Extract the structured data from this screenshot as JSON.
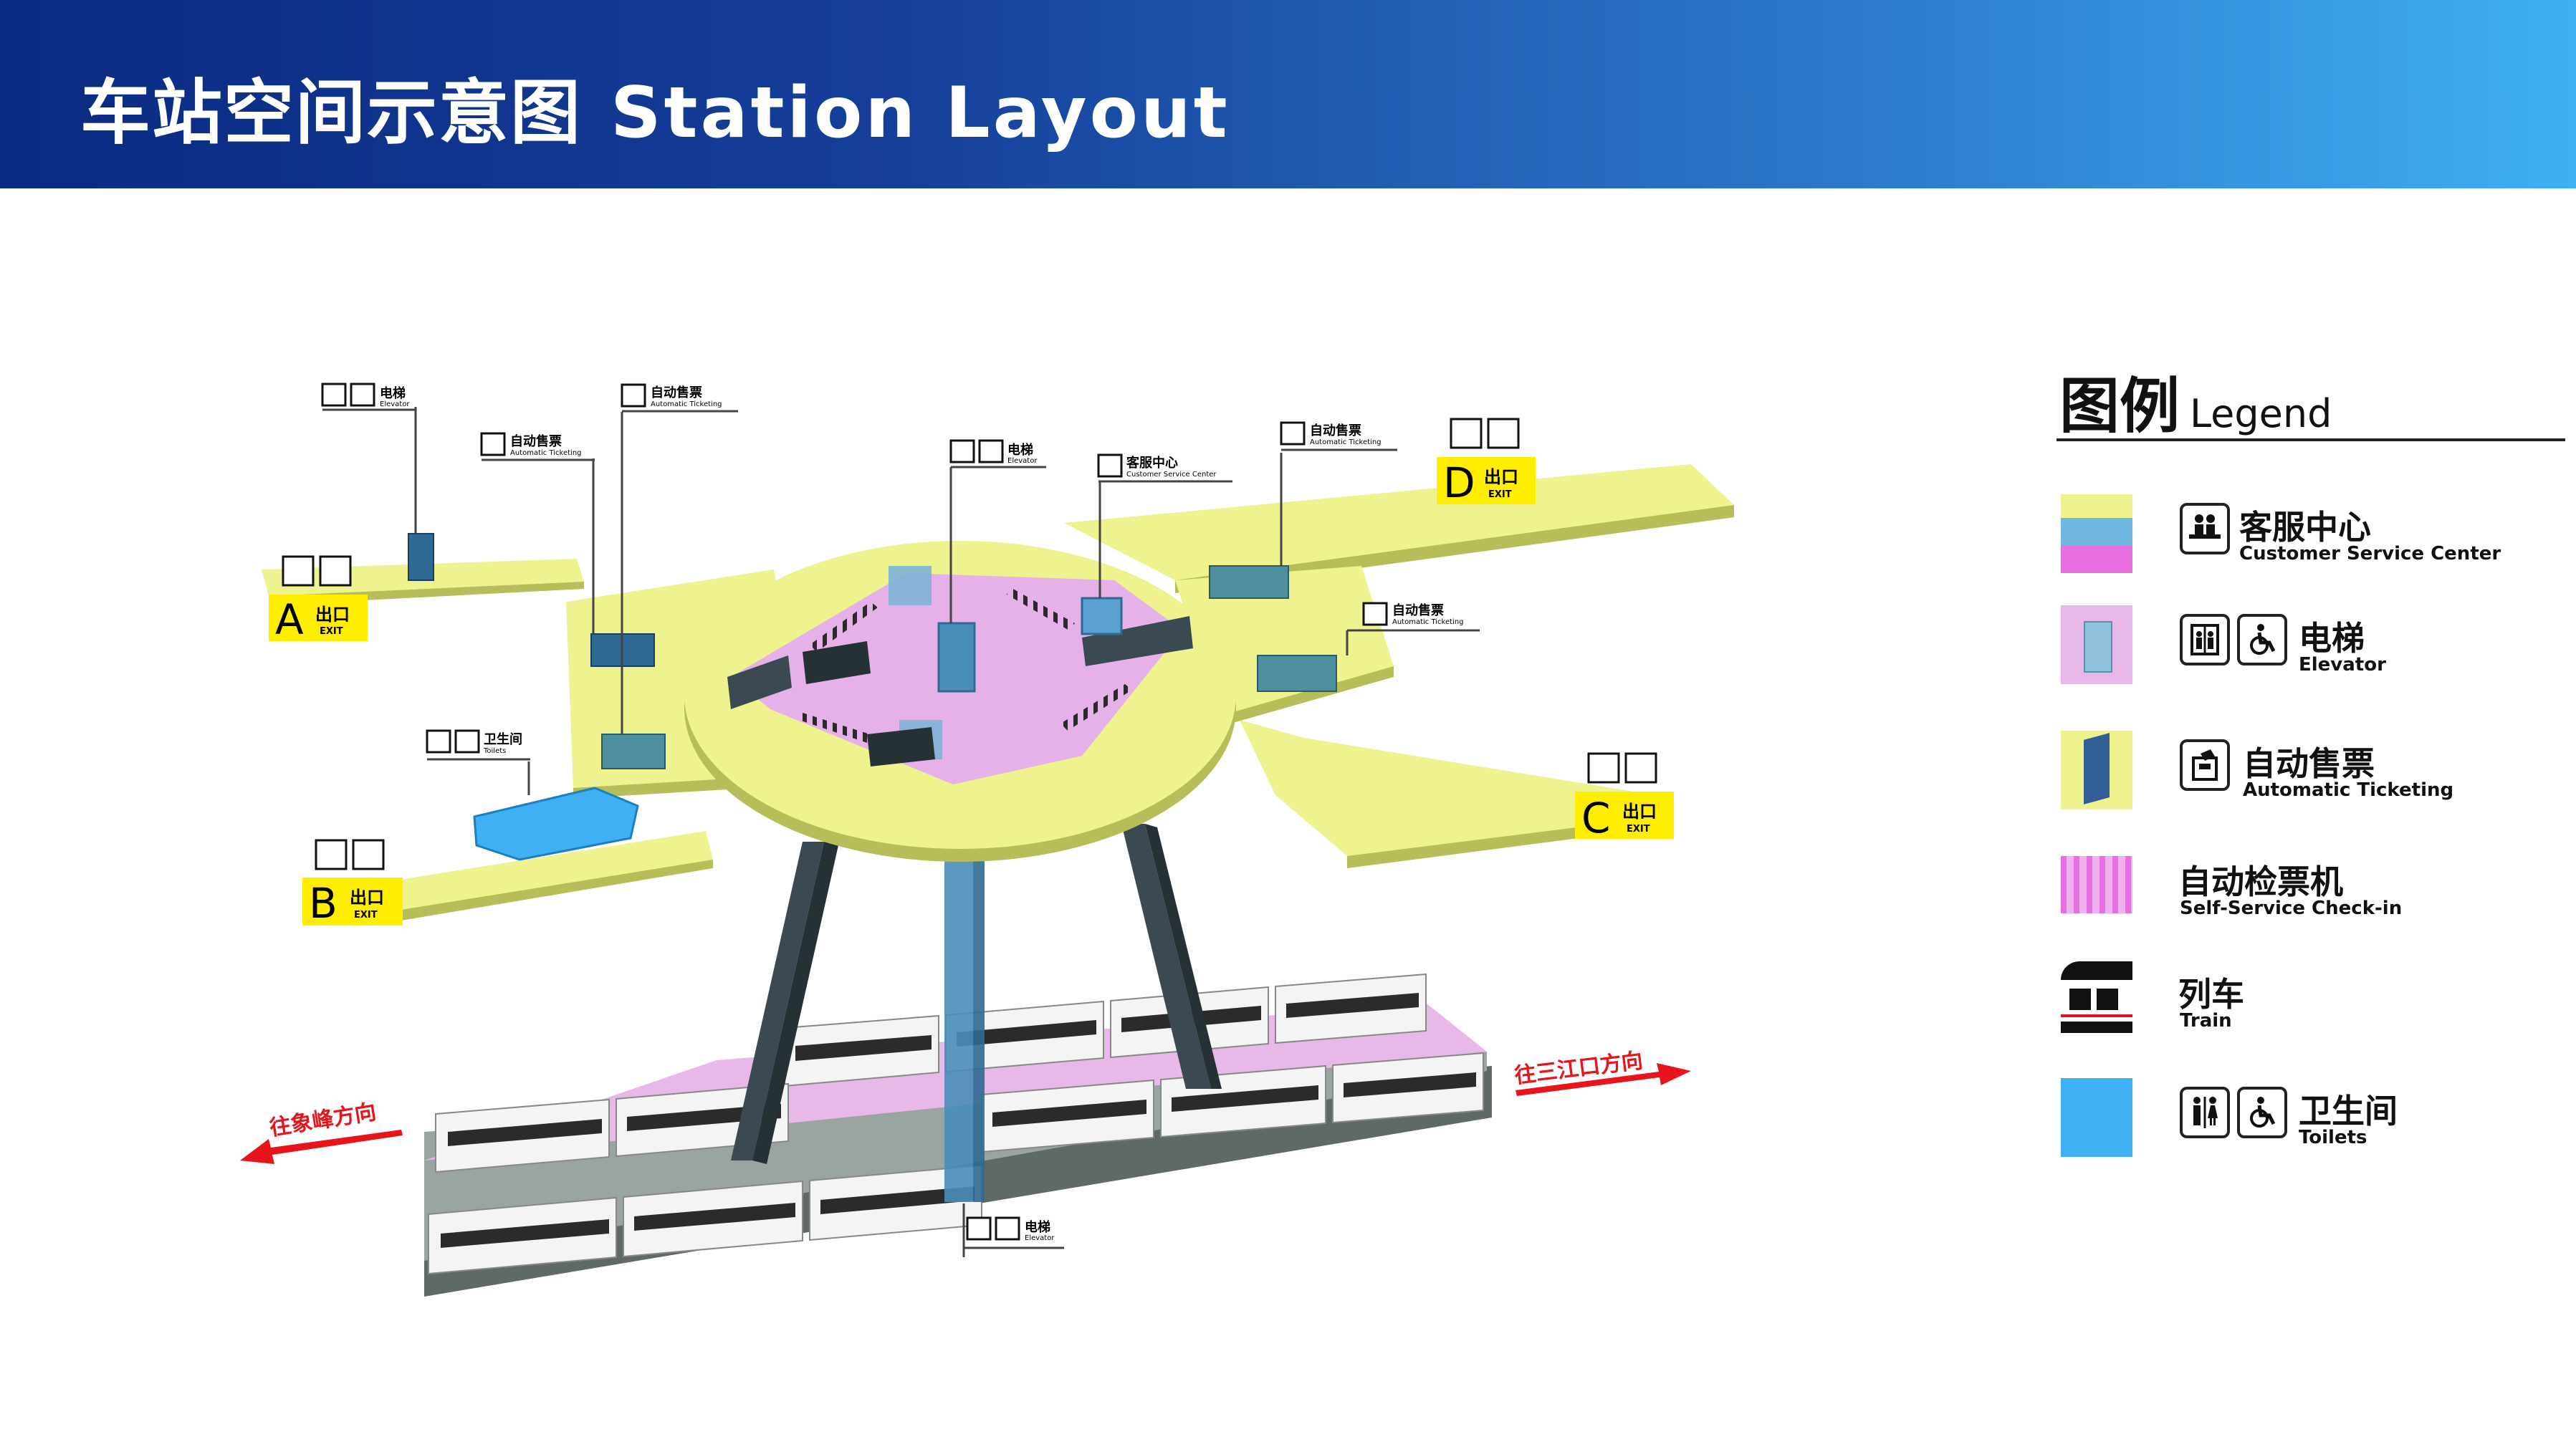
{
  "header": {
    "title_cn": "车站空间示意图",
    "title_en": "Station Layout"
  },
  "legend": {
    "title_cn": "图例",
    "title_en": "Legend",
    "items": [
      {
        "cn": "客服中心",
        "en": "Customer Service Center",
        "icons": [
          "service-counter-icon"
        ]
      },
      {
        "cn": "电梯",
        "en": "Elevator",
        "icons": [
          "elevator-icon",
          "wheelchair-icon"
        ]
      },
      {
        "cn": "自动售票",
        "en": "Automatic Ticketing",
        "icons": [
          "ticket-machine-icon"
        ]
      },
      {
        "cn": "自动检票机",
        "en": "Self-Service Check-in",
        "icons": []
      },
      {
        "cn": "列车",
        "en": "Train",
        "icons": []
      },
      {
        "cn": "卫生间",
        "en": "Toilets",
        "icons": [
          "toilet-icon",
          "wheelchair-icon"
        ]
      }
    ]
  },
  "exits": {
    "a": {
      "letter": "A",
      "cn": "出口",
      "en": "EXIT"
    },
    "b": {
      "letter": "B",
      "cn": "出口",
      "en": "EXIT"
    },
    "c": {
      "letter": "C",
      "cn": "出口",
      "en": "EXIT"
    },
    "d": {
      "letter": "D",
      "cn": "出口",
      "en": "EXIT"
    }
  },
  "signs": {
    "elevator_top_left": {
      "cn": "电梯",
      "en": "Elevator"
    },
    "ticketing_1": {
      "cn": "自动售票",
      "en": "Automatic Ticketing"
    },
    "ticketing_2": {
      "cn": "自动售票",
      "en": "Automatic Ticketing"
    },
    "elevator_center": {
      "cn": "电梯",
      "en": "Elevator"
    },
    "service_center": {
      "cn": "客服中心",
      "en": "Customer Service Center"
    },
    "ticketing_3": {
      "cn": "自动售票",
      "en": "Automatic Ticketing"
    },
    "ticketing_4": {
      "cn": "自动售票",
      "en": "Automatic Ticketing"
    },
    "toilets": {
      "cn": "卫生间",
      "en": "Toilets"
    },
    "elevator_bottom": {
      "cn": "电梯",
      "en": "Elevator"
    }
  },
  "directions": {
    "left": "往象峰方向",
    "right": "往三江口方向"
  },
  "colors": {
    "header_start": "#0b2a82",
    "header_end": "#3fb0f3",
    "concourse": "#eef28f",
    "platform": "#e8b8e8",
    "toilet_blue": "#3fb0f3",
    "exit_yellow": "#ffee00",
    "arrow_red": "#e8141b",
    "train_white": "#f4f4f4"
  }
}
